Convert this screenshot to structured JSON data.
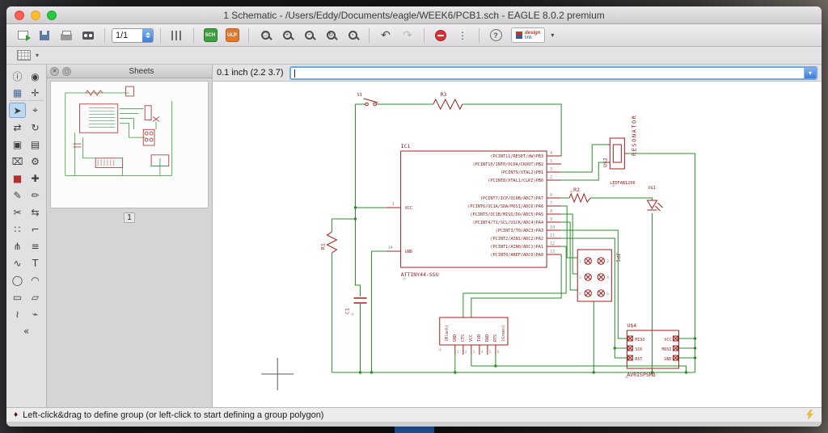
{
  "window": {
    "title": "1 Schematic - /Users/Eddy/Documents/eagle/WEEK6/PCB1.sch - EAGLE 8.0.2 premium"
  },
  "toolbar": {
    "sheet_selector": "1/1",
    "sch_label": "SCH",
    "ulp_label": "ULP",
    "zoom": {
      "fit": "□",
      "in": "+",
      "out": "−",
      "redraw": "↻",
      "select": "▫"
    },
    "undo_glyph": "↶",
    "redo_glyph": "↷",
    "dots_glyph": "⋮",
    "help_label": "?",
    "design_link": {
      "word1": "design",
      "word2": "link",
      "arrow": "▾"
    }
  },
  "subtoolbar": {
    "grid_arrow": "▾"
  },
  "palette": {
    "tools": [
      {
        "glyph": "ⓘ",
        "name": "info-tool"
      },
      {
        "glyph": "◉",
        "name": "show-tool"
      },
      {
        "glyph": "▦",
        "name": "display-tool"
      },
      {
        "glyph": "✛",
        "name": "mark-tool"
      },
      {
        "glyph": "➤",
        "name": "group-tool",
        "selected": true
      },
      {
        "glyph": "⌖",
        "name": "move-tool"
      },
      {
        "glyph": "⇄",
        "name": "mirror-tool"
      },
      {
        "glyph": "↻",
        "name": "rotate-tool"
      },
      {
        "glyph": "▣",
        "name": "copy-tool"
      },
      {
        "glyph": "▤",
        "name": "paste-tool"
      },
      {
        "glyph": "⌧",
        "name": "delete-tool"
      },
      {
        "glyph": "⚙",
        "name": "change-tool"
      },
      {
        "glyph": "■",
        "name": "paint-tool"
      },
      {
        "glyph": "✚",
        "name": "add-part-tool"
      },
      {
        "glyph": "✎",
        "name": "name-tool"
      },
      {
        "glyph": "✏",
        "name": "value-tool"
      },
      {
        "glyph": "✂",
        "name": "smash-tool"
      },
      {
        "glyph": "⇆",
        "name": "pinswap-tool"
      },
      {
        "glyph": "∷",
        "name": "ratsnest-tool"
      },
      {
        "glyph": "⌐",
        "name": "miter-tool"
      },
      {
        "glyph": "⋔",
        "name": "split-tool"
      },
      {
        "glyph": "≡",
        "name": "invoke-tool"
      },
      {
        "glyph": "∿",
        "name": "wire-tool"
      },
      {
        "glyph": "T",
        "name": "text-tool"
      },
      {
        "glyph": "◯",
        "name": "circle-tool"
      },
      {
        "glyph": "◠",
        "name": "arc-tool"
      },
      {
        "glyph": "▭",
        "name": "rect-tool"
      },
      {
        "glyph": "▱",
        "name": "polygon-tool"
      },
      {
        "glyph": "≀",
        "name": "bus-tool"
      },
      {
        "glyph": "⌁",
        "name": "net-tool"
      },
      {
        "glyph": "«",
        "name": "collapse-palette"
      }
    ]
  },
  "sheets_panel": {
    "title": "Sheets",
    "close_glyph": "✕",
    "detach_glyph": "◻",
    "sheet_number": "1"
  },
  "coordbar": {
    "coords": "0.1 inch (2.2 3.7)",
    "command_value": "",
    "dropdown_glyph": "▾"
  },
  "statusbar": {
    "icon": "♦",
    "message": "Left-click&drag to define group (or left-click to start defining a group polygon)"
  },
  "schematic": {
    "ic1": {
      "ref": "IC1",
      "value": "ATTINY44-SSU",
      "left_pins": [
        {
          "name": "VCC",
          "number": "1"
        },
        {
          "name": "GND",
          "number": "14"
        }
      ],
      "right_pins": [
        {
          "name": "(PCINT11/RESET/dW)PB3",
          "number": "4"
        },
        {
          "name": "(PCINT10/INT0/OC0A/CKOUT)PB2",
          "number": "5"
        },
        {
          "name": "(PCINT9/XTAL2)PB1",
          "number": "3"
        },
        {
          "name": "(PCINT8/XTAL1/CLKI)PB0",
          "number": "2"
        },
        {
          "name": "(PCINT7/ICP/OC0B/ADC7)PA7",
          "number": "6"
        },
        {
          "name": "(PCINT6/OC1A/SDA/MOSI/ADC6)PA6",
          "number": "7"
        },
        {
          "name": "(PCINT5/OC1B/MISO/DO/ADC5)PA5",
          "number": "8"
        },
        {
          "name": "(PCINT4/T1/SCL/USCK/ADC4)PA4",
          "number": "9"
        },
        {
          "name": "(PCINT3/T0/ADC3)PA3",
          "number": "10"
        },
        {
          "name": "(PCINT2/AIN1/ADC2)PA2",
          "number": "11"
        },
        {
          "name": "(PCINT1/AIN0/ADC1)PA1",
          "number": "12"
        },
        {
          "name": "(PCINT0/AREF/ADC0)PA0",
          "number": "13"
        }
      ]
    },
    "r1": {
      "ref": "R1"
    },
    "r2": {
      "ref": "R2"
    },
    "r3": {
      "ref": "R3"
    },
    "c1": {
      "ref": "C1"
    },
    "s1": {
      "ref": "S1"
    },
    "resonator": {
      "ref": "U$2",
      "value": "RESONATOR"
    },
    "led": {
      "ref": "U$1",
      "value": "LEDFAB1206"
    },
    "jp1": {
      "ref": "JP1",
      "pin_numbers": [
        "1",
        "2",
        "3",
        "4",
        "5",
        "6"
      ]
    },
    "isp": {
      "ref": "U$4",
      "value": "AVRISPSMD",
      "left_pins": [
        "MISO",
        "SCK",
        "RST"
      ],
      "right_pins": [
        "VCC",
        "MOSI",
        "GND"
      ]
    },
    "ftdi": {
      "labels": [
        "(Black)",
        "GND",
        "CTS",
        "VCC",
        "TXD",
        "RXD",
        "RTS",
        "(Green)"
      ],
      "pin_numbers": [
        "1",
        "2",
        "3",
        "4",
        "5",
        "6"
      ]
    }
  }
}
